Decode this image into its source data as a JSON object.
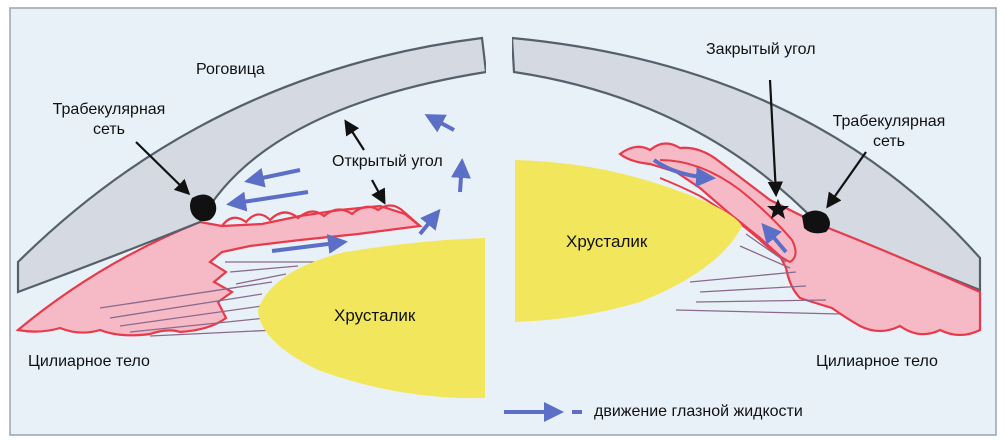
{
  "labels": {
    "cornea": "Роговица",
    "trabecular_left": "Трабекулярная\nсеть",
    "open_angle": "Открытый угол",
    "lens_left": "Хрусталик",
    "ciliary_left": "Цилиарное тело",
    "closed_angle": "Закрытый угол",
    "trabecular_right": "Трабекулярная\nсеть",
    "lens_right": "Хрусталик",
    "ciliary_right": "Цилиарное тело",
    "legend": "движение глазной жидкости"
  },
  "colors": {
    "background": "#e9f1f8",
    "cornea_fill": "#d4d9e2",
    "cornea_stroke": "#56606c",
    "iris_fill": "#f6b9c6",
    "iris_stroke": "#e83a4a",
    "lens_fill": "#f2e75c",
    "flow_arrow": "#5b6fc7",
    "pointer": "#111111"
  }
}
